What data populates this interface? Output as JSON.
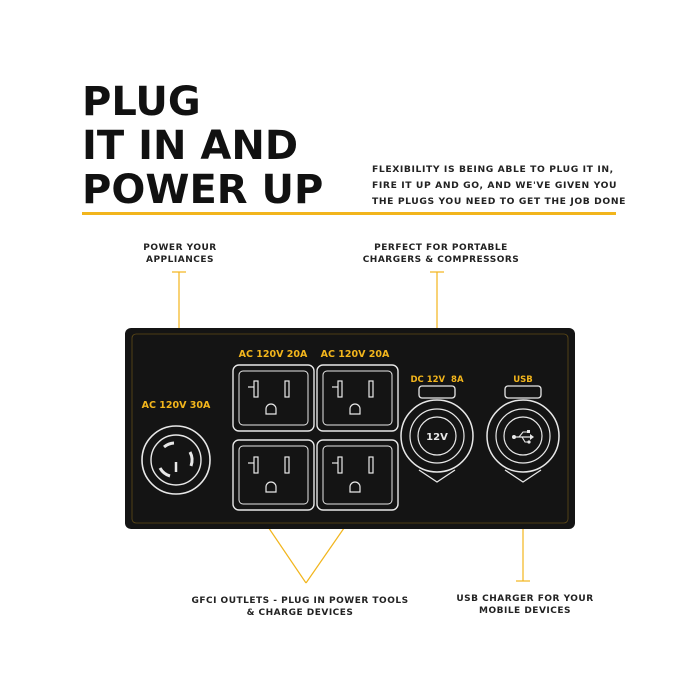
{
  "headline": {
    "line1": "PLUG",
    "line2": "IT IN AND",
    "line3": "POWER UP"
  },
  "tagline": {
    "line1": "FLEXIBILITY IS BEING ABLE TO PLUG IT IN,",
    "line2": "FIRE IT UP AND GO, AND WE'VE GIVEN YOU",
    "line3": "THE PLUGS YOU NEED TO GET THE JOB DONE"
  },
  "callouts": {
    "appliances": {
      "line1": "POWER YOUR",
      "line2": "APPLIANCES"
    },
    "portable": {
      "line1": "PERFECT FOR PORTABLE",
      "line2": "CHARGERS & COMPRESSORS"
    },
    "gfci": {
      "line1": "GFCI OUTLETS - PLUG IN POWER TOOLS",
      "line2": "& CHARGE DEVICES"
    },
    "usb": {
      "line1": "USB CHARGER FOR YOUR",
      "line2": "MOBILE DEVICES"
    }
  },
  "panel": {
    "twistlock_label": "AC 120V 30A",
    "gfci_left_label": "AC 120V 20A",
    "gfci_right_label": "AC 120V 20A",
    "dc_label": "DC 12V  8A",
    "dc_socket_text": "12V",
    "usb_label": "USB"
  },
  "colors": {
    "accent": "#f2b51c",
    "panel": "#141414",
    "outline": "#e8e8e8",
    "text": "#111111"
  },
  "icons": {
    "usb": "usb-icon",
    "twistlock": "twist-lock-outlet-icon",
    "duplex": "duplex-outlet-icon"
  }
}
